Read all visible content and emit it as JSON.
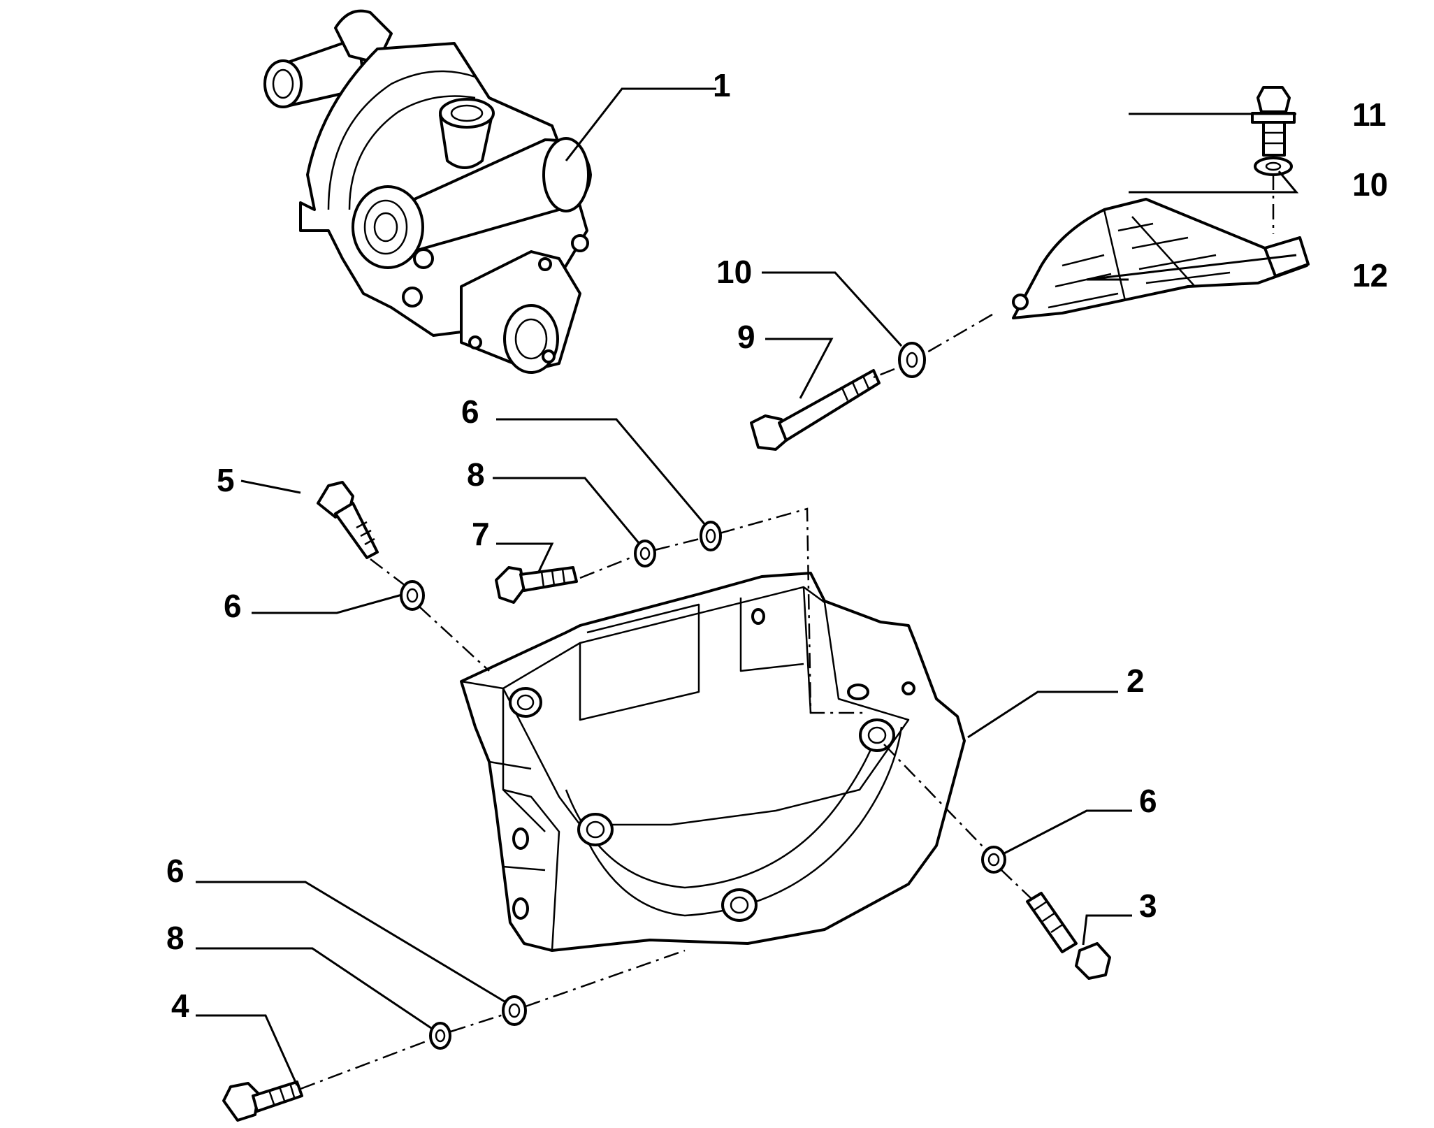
{
  "callouts": {
    "c1": "1",
    "c2": "2",
    "c3": "3",
    "c4": "4",
    "c5": "5",
    "c6a": "6",
    "c6b": "6",
    "c6c": "6",
    "c6d": "6",
    "c7": "7",
    "c8a": "8",
    "c8b": "8",
    "c9": "9",
    "c10a": "10",
    "c10b": "10",
    "c11": "11",
    "c12": "12"
  }
}
